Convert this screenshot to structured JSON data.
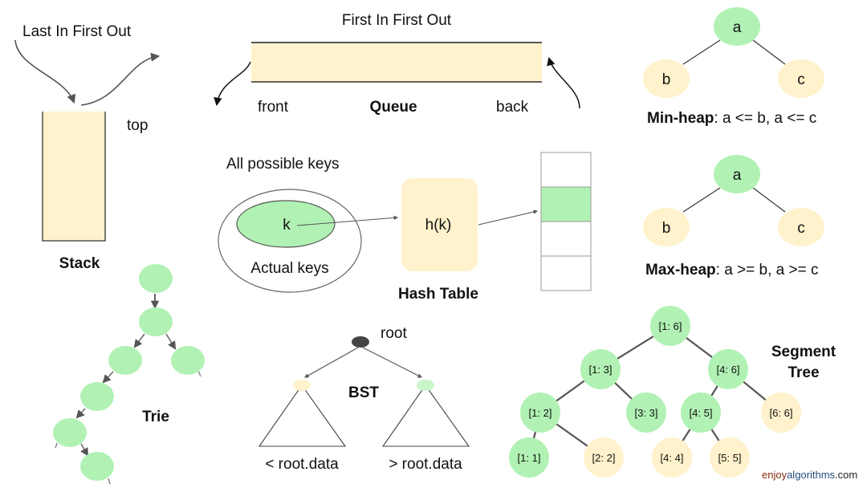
{
  "colors": {
    "green": "#b1f2b4",
    "cream": "#fff2cc",
    "dark_node": "#444444",
    "brand_enjoy": "#8a2b0f",
    "brand_algorithms": "#1f4e79",
    "brand_com": "#222222"
  },
  "stack": {
    "caption": "Last In First Out",
    "top_label": "top",
    "title": "Stack"
  },
  "queue": {
    "caption": "First In First Out",
    "front_label": "front",
    "title": "Queue",
    "back_label": "back"
  },
  "min_heap": {
    "nodes": [
      "a",
      "b",
      "c"
    ],
    "title": "Min-heap",
    "rule": ": a <= b, a <= c"
  },
  "max_heap": {
    "nodes": [
      "a",
      "b",
      "c"
    ],
    "title": "Max-heap",
    "rule": ": a >= b, a >= c"
  },
  "hash_table": {
    "outer_label": "All possible keys",
    "key": "k",
    "inner_label": "Actual keys",
    "function_label": "h(k)",
    "title": "Hash Table",
    "bucket_count": 4,
    "highlighted_bucket": 1
  },
  "trie": {
    "title": "Trie"
  },
  "bst": {
    "root_label": "root",
    "title": "BST",
    "left_label": "< root.data",
    "right_label": "> root.data"
  },
  "segment_tree": {
    "title_line1": "Segment",
    "title_line2": "Tree",
    "nodes": [
      {
        "label": "[1: 6]",
        "kind": "internal"
      },
      {
        "label": "[1: 3]",
        "kind": "internal"
      },
      {
        "label": "[4: 6]",
        "kind": "internal"
      },
      {
        "label": "[1: 2]",
        "kind": "internal"
      },
      {
        "label": "[3: 3]",
        "kind": "internal"
      },
      {
        "label": "[4: 5]",
        "kind": "internal"
      },
      {
        "label": "[6: 6]",
        "kind": "leaf"
      },
      {
        "label": "[1: 1]",
        "kind": "internal"
      },
      {
        "label": "[2: 2]",
        "kind": "leaf"
      },
      {
        "label": "[4: 4]",
        "kind": "leaf"
      },
      {
        "label": "[5: 5]",
        "kind": "leaf"
      }
    ]
  },
  "watermark": {
    "part1": "enjoy",
    "part2": "algorithms",
    "part3": ".com"
  }
}
